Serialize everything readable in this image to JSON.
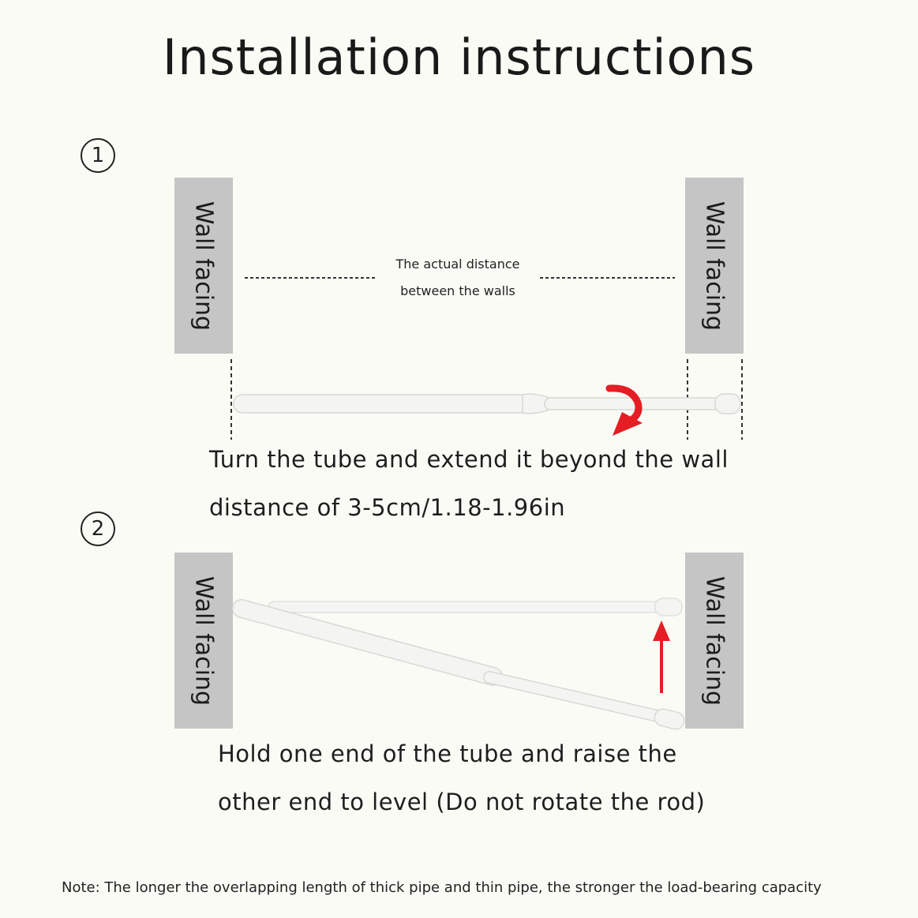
{
  "title": "Installation instructions",
  "step1": {
    "number": "1",
    "wall_left": "Wall facing",
    "wall_right": "Wall facing",
    "distance_label_line1": "The actual distance",
    "distance_label_line2": "between the walls",
    "instruction_line1": "Turn the tube and extend it beyond the wall",
    "instruction_line2": "distance of 3-5cm/1.18-1.96in"
  },
  "step2": {
    "number": "2",
    "wall_left": "Wall facing",
    "wall_right": "Wall facing",
    "instruction_line1": "Hold one end of the tube and raise the",
    "instruction_line2": "other end to level (Do not rotate the rod)"
  },
  "note": "Note: The longer the overlapping length of thick pipe and thin pipe, the stronger the load-bearing capacity",
  "colors": {
    "background": "#fbfbf6",
    "wall": "#c4c5c4",
    "rod": "#f4f4f2",
    "arrow": "#e51d24"
  }
}
